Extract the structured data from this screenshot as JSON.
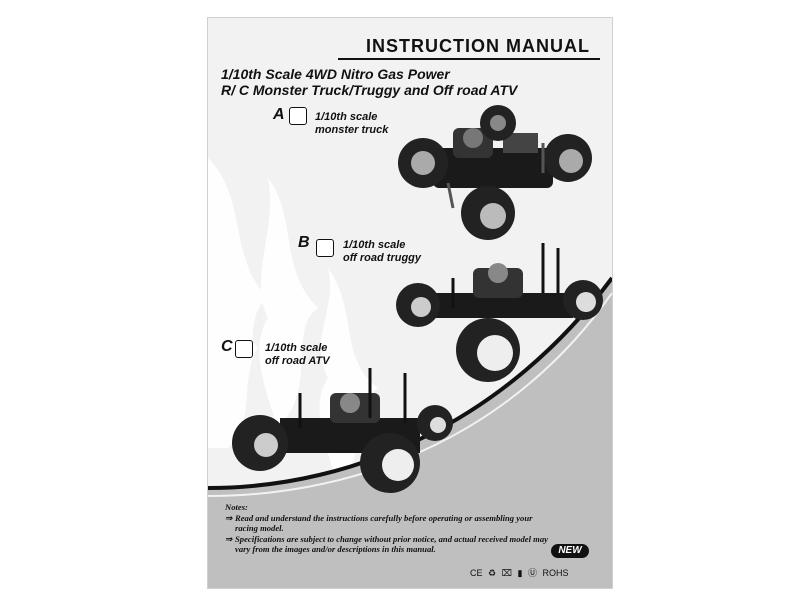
{
  "header": {
    "title": "INSTRUCTION MANUAL"
  },
  "subtitle": {
    "line1": "1/10th Scale 4WD Nitro Gas Power",
    "line2": "R/ C  Monster Truck/Truggy and Off road ATV"
  },
  "options": [
    {
      "letter": "A",
      "line1": "1/10th scale",
      "line2": "monster truck"
    },
    {
      "letter": "B",
      "line1": "1/10th scale",
      "line2": "off road truggy"
    },
    {
      "letter": "C",
      "line1": "1/10th scale",
      "line2": "off road ATV"
    }
  ],
  "notes": {
    "title": "Notes:",
    "item1_line1": "Read and understand the instructions carefully before operating or assembling your",
    "item1_line2": "racing model.",
    "item2_line1": "Specifications are subject to change without prior notice, and actual received model may",
    "item2_line2": "vary from  the images and/or descriptions in this manual."
  },
  "badge": {
    "label": "NEW"
  },
  "marks": {
    "ce": "CE",
    "rohs": "ROHS"
  },
  "colors": {
    "page": "#f2f2f2",
    "swoosh": "#bfbfbf",
    "dark": "#111111"
  }
}
